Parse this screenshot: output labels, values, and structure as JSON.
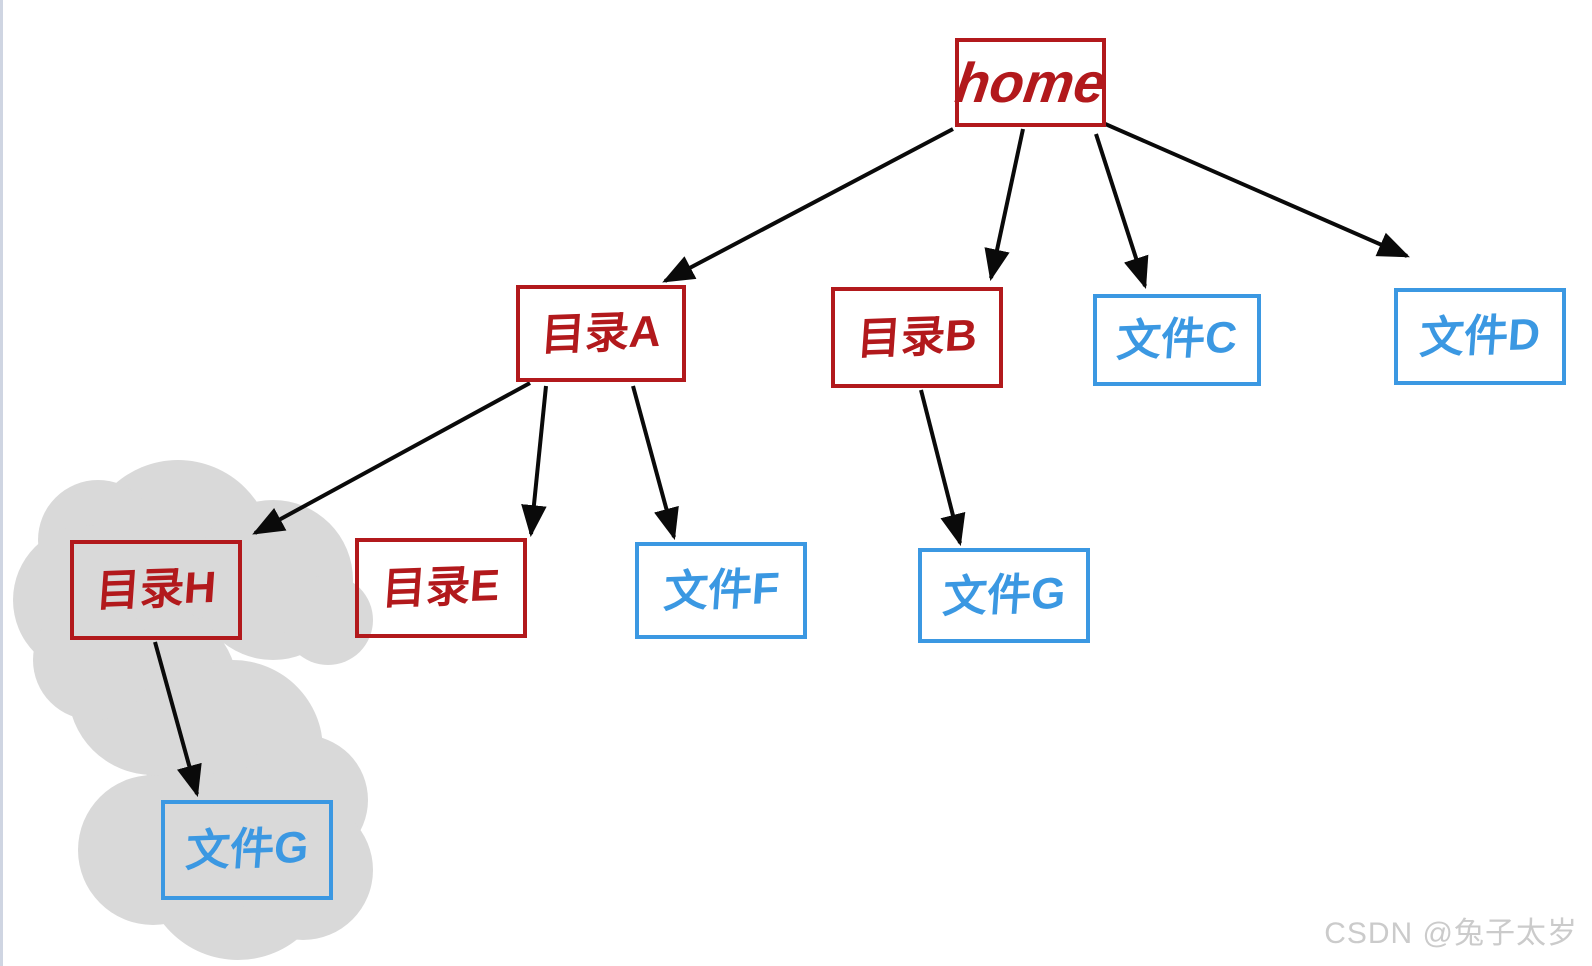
{
  "diagram": {
    "type": "tree",
    "description": "Hand-drawn file system tree rooted at home; directories in red, files in blue; directory H and its file G are highlighted by a gray cloud"
  },
  "nodes": {
    "home": {
      "label": "home",
      "type": "directory"
    },
    "dir_a": {
      "label": "目录A",
      "type": "directory"
    },
    "dir_b": {
      "label": "目录B",
      "type": "directory"
    },
    "file_c": {
      "label": "文件C",
      "type": "file"
    },
    "file_d": {
      "label": "文件D",
      "type": "file"
    },
    "dir_h": {
      "label": "目录H",
      "type": "directory",
      "highlighted": true
    },
    "dir_e": {
      "label": "目录E",
      "type": "directory"
    },
    "file_f": {
      "label": "文件F",
      "type": "file"
    },
    "file_g": {
      "label": "文件G",
      "type": "file"
    },
    "file_g2": {
      "label": "文件G",
      "type": "file",
      "highlighted": true
    }
  },
  "edges": [
    {
      "from": "home",
      "to": "dir_a"
    },
    {
      "from": "home",
      "to": "dir_b"
    },
    {
      "from": "home",
      "to": "file_c"
    },
    {
      "from": "home",
      "to": "file_d"
    },
    {
      "from": "dir_a",
      "to": "dir_h"
    },
    {
      "from": "dir_a",
      "to": "dir_e"
    },
    {
      "from": "dir_a",
      "to": "file_f"
    },
    {
      "from": "dir_b",
      "to": "file_g"
    },
    {
      "from": "dir_h",
      "to": "file_g2"
    }
  ],
  "colors": {
    "directory": "#b2191c",
    "file": "#3b98e2",
    "arrow": "#0a0a0a",
    "highlight_cloud": "#d9d9d9",
    "watermark": "#cbcbcb"
  },
  "watermark": {
    "text": "CSDN @兔子太岁"
  }
}
